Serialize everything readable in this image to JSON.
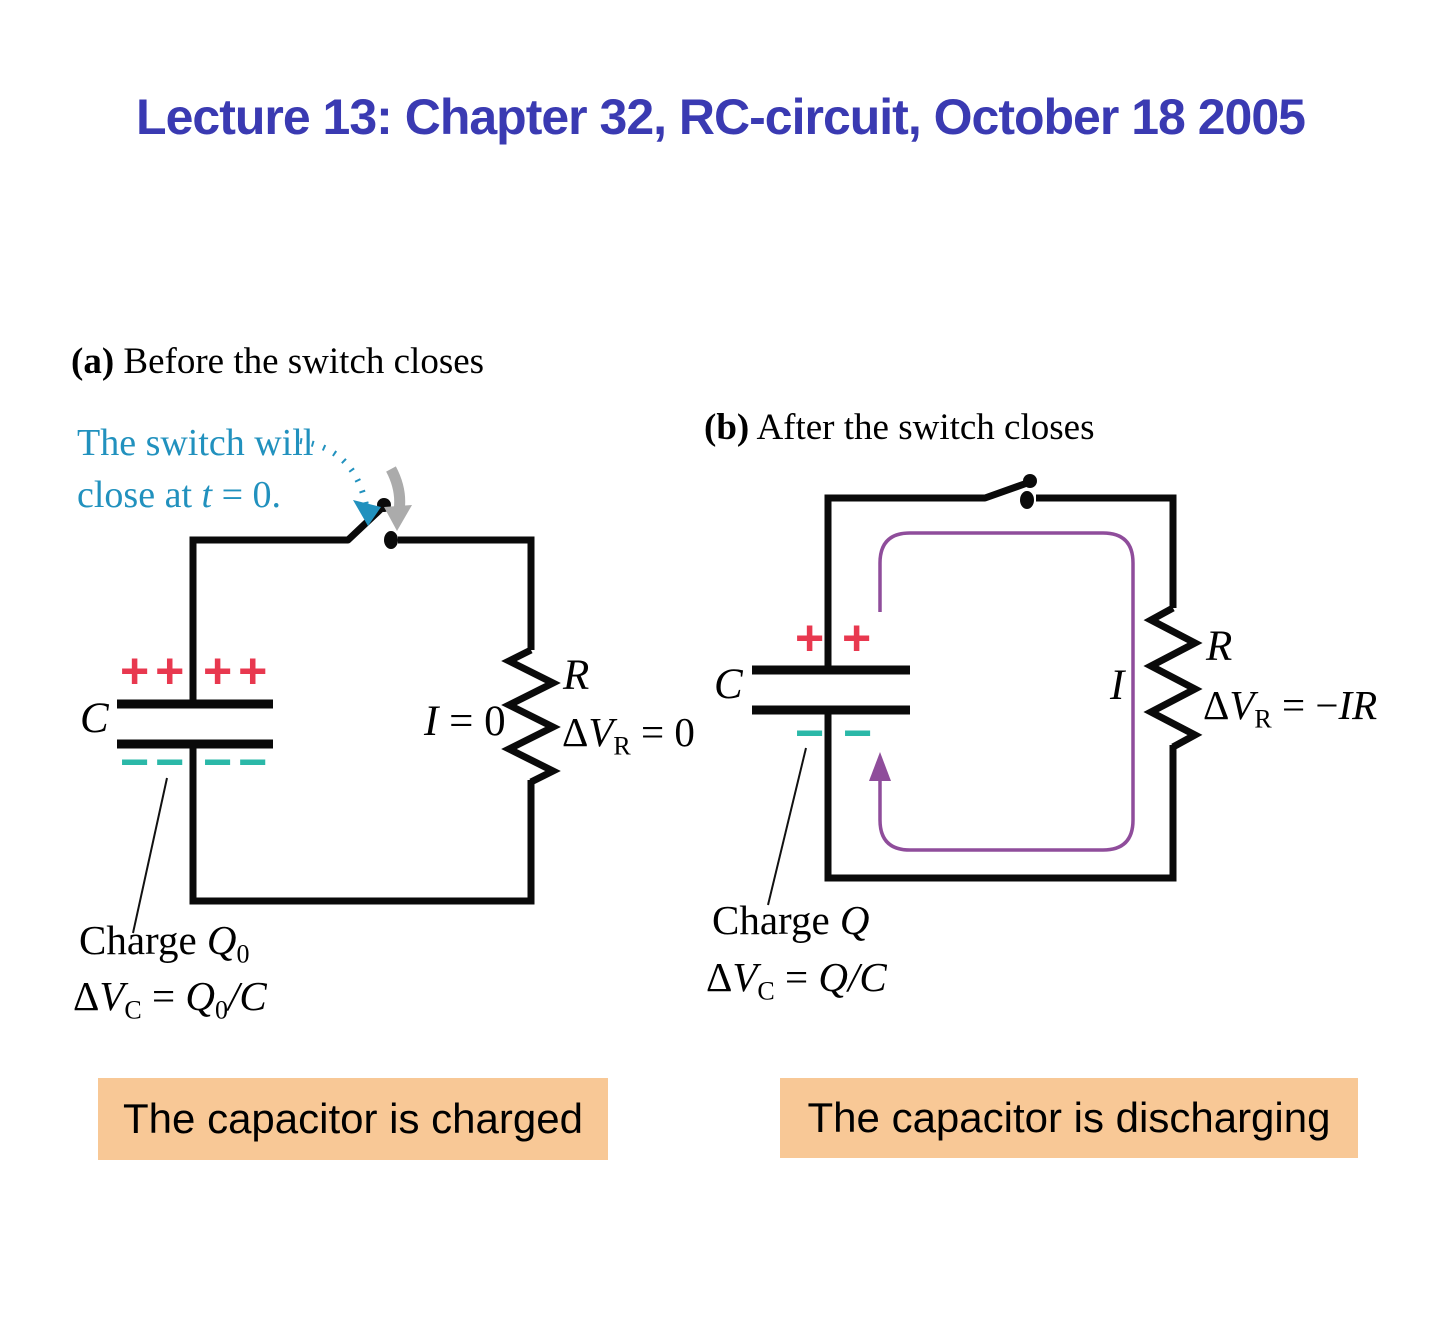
{
  "title": "Lecture 13: Chapter 32, RC-circuit, October 18 2005",
  "colors": {
    "title_blue": "#3A3AB2",
    "note_cyan": "#2191BE",
    "plus_red": "#E8384F",
    "minus_teal": "#2BB8A8",
    "loop_purple": "#8F4D9B",
    "box_orange": "#F8C896",
    "arrow_gray": "#ABABAB",
    "wire_black": "#0A0A0A"
  },
  "symbols": {
    "plus_pair": "+ +",
    "minus_pair": "− −",
    "plus": "+",
    "minus": "−"
  },
  "circuit_a": {
    "heading_label": "(a)",
    "heading_text": " Before the switch closes",
    "note_line1": "The switch will",
    "note_line2_pre": "close at ",
    "note_line2_var": "t",
    "note_line2_post": " = 0.",
    "capacitor_label": "C",
    "current": {
      "v": "I",
      "rest": " = 0"
    },
    "resistor_label": "R",
    "delta_vr": {
      "d": "Δ",
      "v": "V",
      "sub": "R",
      "rest": " = 0"
    },
    "charge": {
      "text": "Charge ",
      "v": "Q",
      "sub": "0"
    },
    "delta_vc": {
      "d": "Δ",
      "v": "V",
      "sub": "C",
      "eq": " = ",
      "q": "Q",
      "qsub": "0",
      "tail": "/C"
    },
    "caption": "The capacitor is charged"
  },
  "circuit_b": {
    "heading_label": "(b)",
    "heading_text": " After the switch closes",
    "capacitor_label": "C",
    "current_label": "I",
    "resistor_label": "R",
    "delta_vr": {
      "d": "Δ",
      "v": "V",
      "sub": "R",
      "eq": " = −",
      "v2": "IR"
    },
    "charge": {
      "text": "Charge ",
      "v": "Q"
    },
    "delta_vc": {
      "d": "Δ",
      "v": "V",
      "sub": "C",
      "eq": " = ",
      "q": "Q",
      "tail": "/C"
    },
    "caption": "The capacitor is discharging"
  }
}
